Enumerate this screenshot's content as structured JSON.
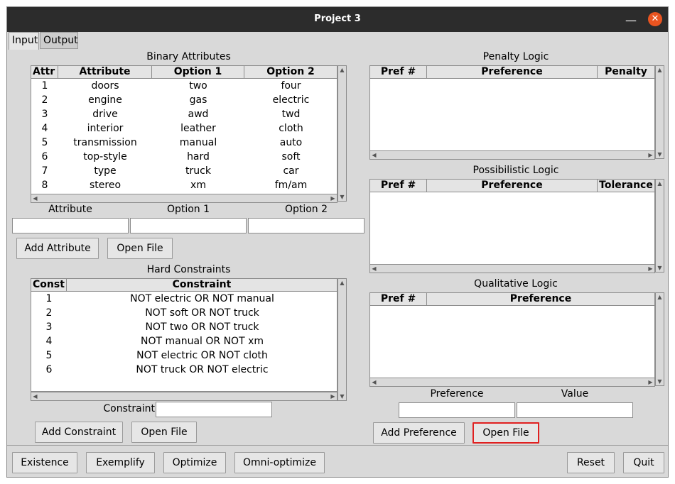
{
  "window": {
    "title": "Project 3",
    "minimize_icon": "minimize-icon",
    "close_icon": "close-icon",
    "close_color": "#e95420"
  },
  "tabs": [
    {
      "label": "Input"
    },
    {
      "label": "Output"
    }
  ],
  "binary_attributes": {
    "title": "Binary Attributes",
    "columns": [
      "Attr #",
      "Attribute",
      "Option 1",
      "Option 2"
    ],
    "rows": [
      [
        "1",
        "doors",
        "two",
        "four"
      ],
      [
        "2",
        "engine",
        "gas",
        "electric"
      ],
      [
        "3",
        "drive",
        "awd",
        "twd"
      ],
      [
        "4",
        "interior",
        "leather",
        "cloth"
      ],
      [
        "5",
        "transmission",
        "manual",
        "auto"
      ],
      [
        "6",
        "top-style",
        "hard",
        "soft"
      ],
      [
        "7",
        "type",
        "truck",
        "car"
      ],
      [
        "8",
        "stereo",
        "xm",
        "fm/am"
      ]
    ],
    "field_labels": {
      "attribute": "Attribute",
      "option1": "Option 1",
      "option2": "Option 2"
    },
    "fields": {
      "attribute": "",
      "option1": "",
      "option2": ""
    },
    "add_button": "Add Attribute",
    "open_button": "Open File"
  },
  "hard_constraints": {
    "title": "Hard Constraints",
    "columns": [
      "Const",
      "Constraint"
    ],
    "rows": [
      [
        "1",
        "NOT electric OR NOT manual"
      ],
      [
        "2",
        "NOT soft OR NOT truck"
      ],
      [
        "3",
        "NOT two OR NOT truck"
      ],
      [
        "4",
        "NOT manual OR NOT xm"
      ],
      [
        "5",
        "NOT electric OR NOT cloth"
      ],
      [
        "6",
        "NOT truck OR NOT electric"
      ]
    ],
    "field_label": "Constraint",
    "field_value": "",
    "add_button": "Add Constraint",
    "open_button": "Open File"
  },
  "penalty_logic": {
    "title": "Penalty Logic",
    "columns": [
      "Pref #",
      "Preference",
      "Penalty"
    ]
  },
  "possibilistic_logic": {
    "title": "Possibilistic Logic",
    "columns": [
      "Pref #",
      "Preference",
      "Tolerance"
    ]
  },
  "qualitative_logic": {
    "title": "Qualitative Logic",
    "columns": [
      "Pref #",
      "Preference"
    ]
  },
  "preference_inputs": {
    "preference_label": "Preference",
    "value_label": "Value",
    "preference_value": "",
    "value_value": "",
    "add_button": "Add Preference",
    "open_button": "Open File"
  },
  "bottom_bar": {
    "existence": "Existence",
    "exemplify": "Exemplify",
    "optimize": "Optimize",
    "omni_optimize": "Omni-optimize",
    "reset": "Reset",
    "quit": "Quit"
  },
  "focus_color": "#e02020"
}
